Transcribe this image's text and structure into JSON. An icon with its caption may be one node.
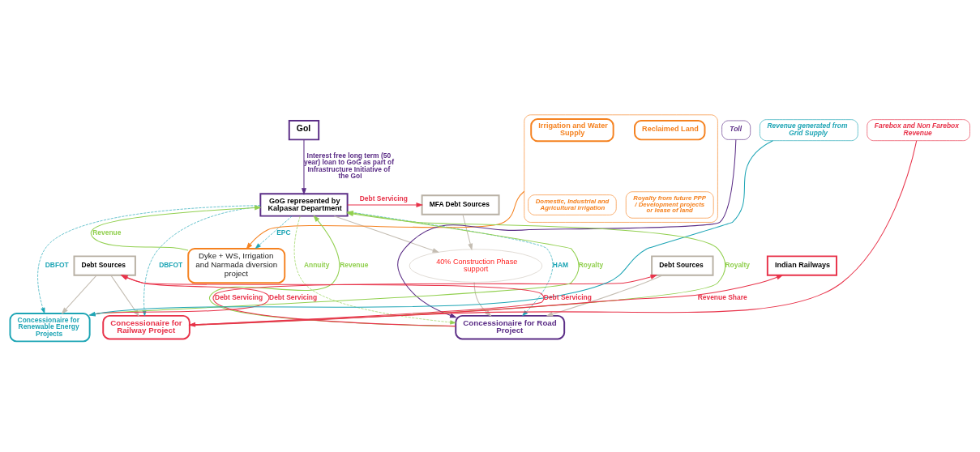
{
  "diagram": {
    "nodes": [
      {
        "text": [
          "GoI"
        ]
      },
      {
        "text": [
          "GoG represented by Kalpasar Department"
        ]
      },
      {
        "text": [
          "MFA Debt Sources"
        ]
      },
      {
        "text": [
          "Dyke + WS, Irrigation and Narmada diversion project"
        ]
      },
      {
        "text": [],
        "shape": "box"
      },
      {
        "text": [
          "Reclaimed Land"
        ],
        "in": 4
      },
      {
        "text": [
          "Irrigation and Water Supply"
        ],
        "in": 4
      },
      {
        "text": [
          "Royalty from future PPP / Development projects or lease of land"
        ],
        "in": 4
      },
      {
        "text": [
          "Domestic, Industrial and Agricultural irrigation"
        ],
        "in": 4
      },
      {
        "text": [
          "Debt Sources"
        ]
      },
      {
        "text": [
          "40% Construction Phase support"
        ]
      },
      {
        "text": [
          "Concessionaire for Road Project"
        ]
      },
      {
        "text": [
          "Toll"
        ]
      },
      {
        "text": [
          "Debt Sources"
        ]
      },
      {
        "text": [
          "Concessionaire for Renewable Energy Projects"
        ]
      },
      {
        "text": [
          "Revenue generated from Grid Supply"
        ]
      },
      {
        "text": [
          "Concessionaire for Railway Project"
        ]
      },
      {
        "text": [
          "Farebox and Non Farebox Revenue"
        ]
      },
      {
        "text": [
          "Indian Railways"
        ]
      }
    ],
    "edges": [
      {
        "from": 0,
        "to": 1,
        "arrow": "to",
        "label": "Interest free long term (50 year) loan to GoG as part of Infrastructure Initiative of the GoI",
        "color": "#5b2d86"
      },
      {
        "from": 1,
        "to": 3,
        "arrow": "to",
        "label": "EPC",
        "style": "dashed",
        "color": "#1ea5b5"
      },
      {
        "from": 3,
        "to": 1,
        "arrow": "to",
        "label": "Revenue",
        "color": "#92d050"
      },
      {
        "from": 1,
        "to": 2,
        "arrow": "to",
        "label": "Debt Servicing",
        "color": "#e8334a"
      },
      {
        "from": 4,
        "to": 3,
        "arrow": "to",
        "color": "#f58220"
      },
      {
        "from": 11,
        "to": 1,
        "arrow": "to",
        "label": "Revenue",
        "color": "#92d050"
      },
      {
        "from": 1,
        "to": 11,
        "arrow": "to",
        "label": "Annuity",
        "style": "dashed",
        "color": "#92d050"
      },
      {
        "from": 1,
        "to": 11,
        "arrow": "to",
        "label": "HAM",
        "style": "dashed",
        "color": "#1ea5b5"
      },
      {
        "from": 1,
        "to": 10,
        "arrow": "to",
        "color": "#c4bdb2"
      },
      {
        "from": 2,
        "to": 10,
        "arrow": "to",
        "color": "#c4bdb2"
      },
      {
        "from": 10,
        "to": 11,
        "arrow": "to",
        "color": "#c4bdb2"
      },
      {
        "from": 9,
        "to": 11,
        "arrow": "to",
        "color": "#c4bdb2"
      },
      {
        "from": 11,
        "to": 9,
        "arrow": "to",
        "label": "Debt Servicing",
        "color": "#e8334a"
      },
      {
        "from": 12,
        "to": 11,
        "arrow": "to",
        "color": "#5b2d86"
      },
      {
        "from": 14,
        "to": 1,
        "arrow": "to",
        "label": "Royalty",
        "color": "#92d050"
      },
      {
        "from": 1,
        "to": 14,
        "arrow": "to",
        "label": "DBFOT",
        "style": "dashed",
        "color": "#1ea5b5"
      },
      {
        "from": 1,
        "to": 16,
        "arrow": "to",
        "label": "DBFOT",
        "style": "dashed",
        "color": "#1ea5b5"
      },
      {
        "from": 16,
        "to": 1,
        "arrow": "to",
        "label": "Royalty",
        "color": "#92d050"
      },
      {
        "from": 14,
        "to": 13,
        "arrow": "to",
        "label": "Debt Servicing",
        "color": "#e8334a"
      },
      {
        "from": 16,
        "to": 13,
        "arrow": "to",
        "label": "Debt Servicing",
        "color": "#e8334a"
      },
      {
        "from": 13,
        "to": 14,
        "arrow": "to",
        "color": "#c4bdb2"
      },
      {
        "from": 13,
        "to": 16,
        "arrow": "to",
        "color": "#c4bdb2"
      },
      {
        "from": 15,
        "to": 14,
        "arrow": "to",
        "color": "#1ea5b5"
      },
      {
        "from": 17,
        "to": 16,
        "arrow": "to",
        "color": "#e8334a"
      },
      {
        "from": 16,
        "to": 18,
        "arrow": "to",
        "label": "Revenue Share",
        "color": "#e8334a"
      }
    ]
  }
}
